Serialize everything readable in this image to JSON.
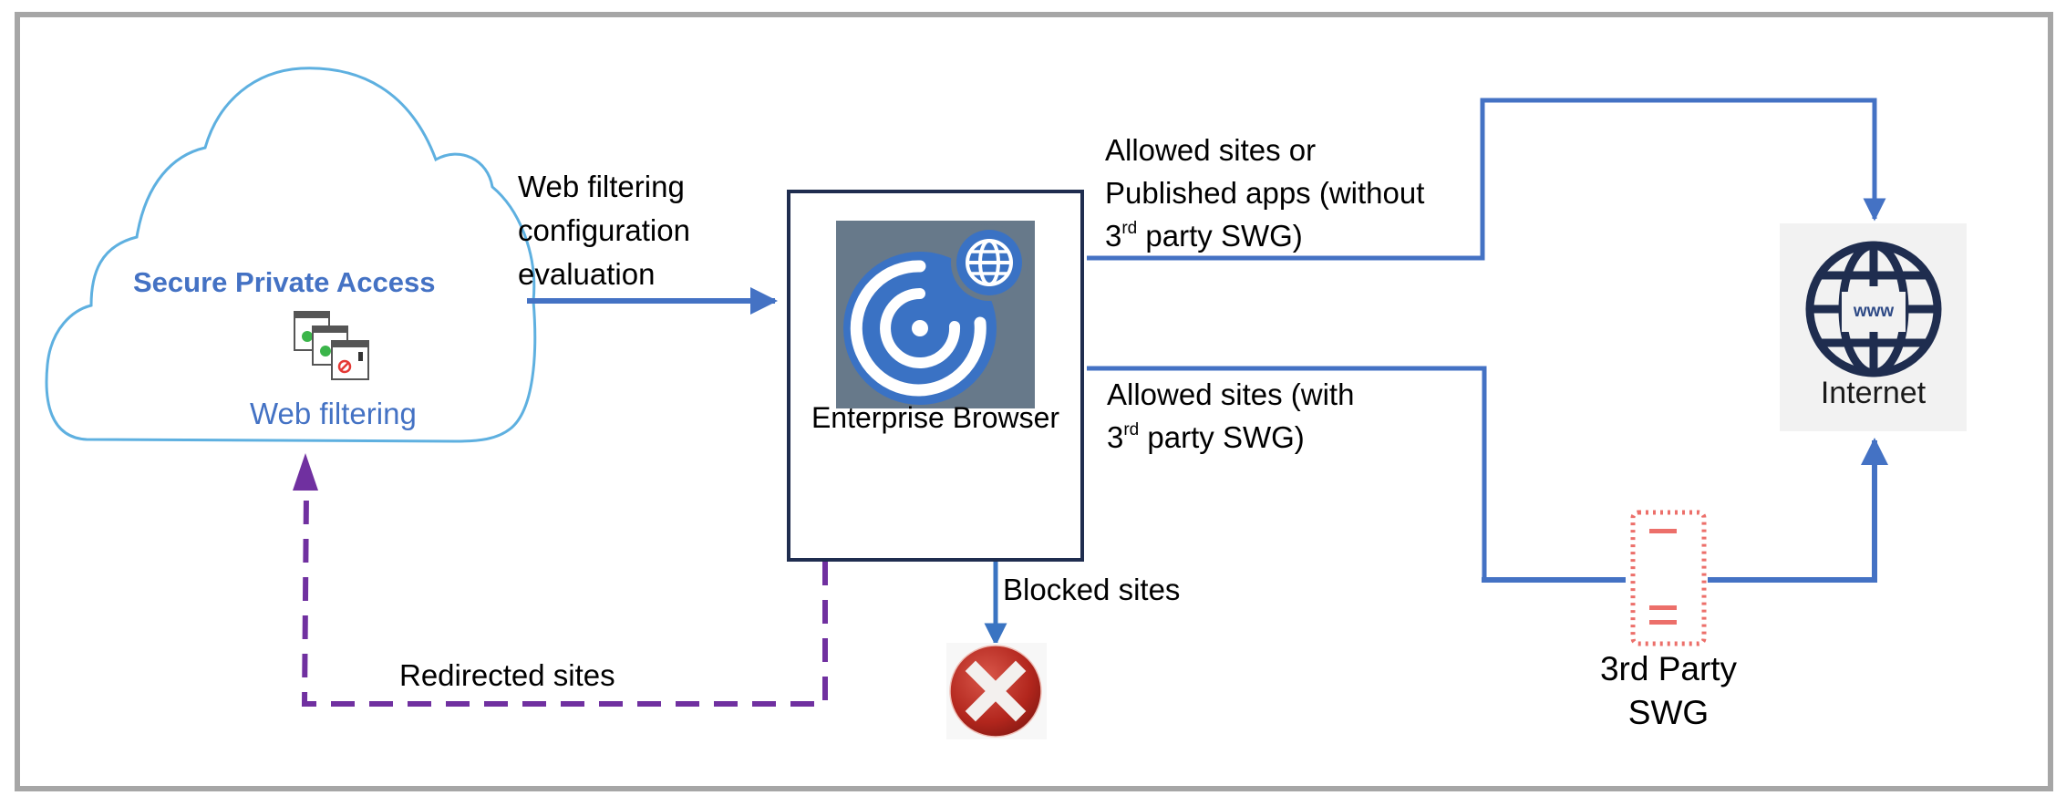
{
  "diagram": {
    "cloud": {
      "title": "Secure Private Access",
      "subtitle": "Web filtering",
      "icon": "web-filter-windows-icon"
    },
    "edge_config": {
      "lines": [
        "Web filtering",
        "configuration",
        "evaluation"
      ]
    },
    "browser": {
      "label": "Enterprise Browser",
      "icon": "citrix-enterprise-browser-logo"
    },
    "edge_allowed_no_swg": {
      "line1": "Allowed sites or",
      "line2": "Published apps (without",
      "line3_prefix": "3",
      "line3_sup": "rd",
      "line3_suffix": " party SWG)"
    },
    "edge_allowed_with_swg": {
      "line1": "Allowed sites (with",
      "line2_prefix": "3",
      "line2_sup": "rd",
      "line2_suffix": " party SWG)"
    },
    "internet": {
      "label": "Internet",
      "globe_text": "www",
      "icon": "globe-www-icon"
    },
    "swg": {
      "line1": "3rd Party",
      "line2": "SWG",
      "icon": "swg-server-icon"
    },
    "blocked": {
      "label": "Blocked sites",
      "icon": "blocked-x-icon"
    },
    "redirected": {
      "label": "Redirected sites"
    },
    "colors": {
      "flow_blue": "#4472c4",
      "blocked_arrow": "#3a74c2",
      "redirect_purple": "#7030a0",
      "cloud_outline": "#5eb0e0",
      "box_border": "#1f2d4f",
      "swg_red": "#ec6f6a",
      "frame_gray": "#a6a6a6"
    }
  }
}
